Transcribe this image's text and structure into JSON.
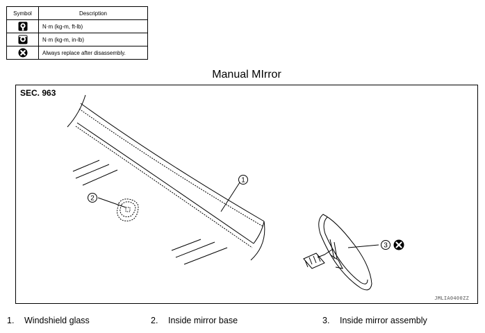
{
  "legend": {
    "header_symbol": "Symbol",
    "header_description": "Description",
    "rows": [
      {
        "icon": "torque-wrench-icon",
        "text": "N·m (kg-m, ft-lb)"
      },
      {
        "icon": "torque-wrench-small-icon",
        "text": "N·m (kg-m, in-lb)"
      },
      {
        "icon": "replace-x-icon",
        "text": "Always replace after disassembly."
      }
    ]
  },
  "figure": {
    "title": "Manual MIrror",
    "section": "SEC. 963",
    "code": "JMLIA0400ZZ",
    "callouts": [
      "1",
      "2",
      "3"
    ]
  },
  "parts": [
    {
      "num": "1.",
      "name": "Windshield glass"
    },
    {
      "num": "2.",
      "name": "Inside mirror base"
    },
    {
      "num": "3.",
      "name": "Inside mirror assembly"
    }
  ]
}
